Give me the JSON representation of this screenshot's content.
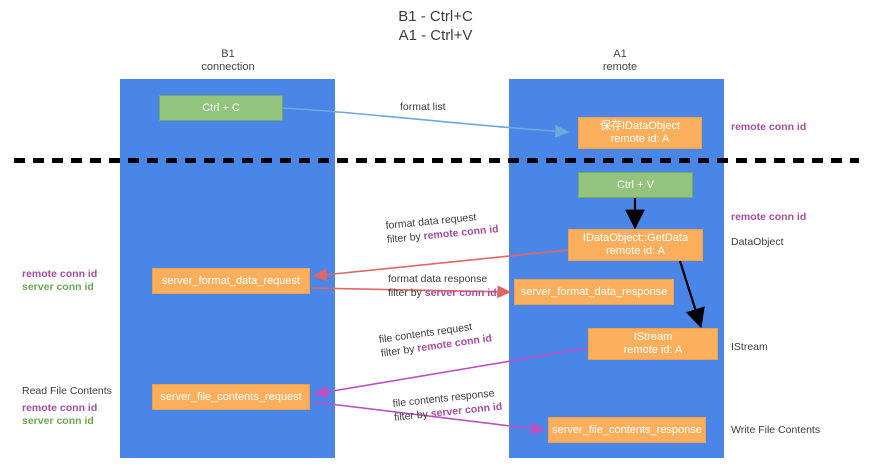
{
  "title": {
    "line1": "B1 - Ctrl+C",
    "line2": "A1 - Ctrl+V"
  },
  "columns": [
    {
      "id": "b1",
      "name": "B1",
      "subtitle": "connection"
    },
    {
      "id": "a1",
      "name": "A1",
      "subtitle": "remote"
    }
  ],
  "nodes": {
    "ctrl_c": {
      "label": "Ctrl + C",
      "color": "#93c47d"
    },
    "idataobject": {
      "line1": "保存IDataObject",
      "line2": "remote id: A",
      "color": "#fbaf5d"
    },
    "ctrl_v": {
      "label": "Ctrl + V",
      "color": "#93c47d"
    },
    "getdata": {
      "line1": "IDataObject::GetData",
      "line2": "remote id: A",
      "color": "#fbaf5d"
    },
    "server_format_data_request": {
      "label": "server_format_data_request",
      "color": "#fbaf5d"
    },
    "server_format_data_response": {
      "label": "server_format_data_response",
      "color": "#fbaf5d"
    },
    "istream": {
      "line1": "IStream",
      "line2": "remote id: A",
      "color": "#fbaf5d"
    },
    "server_file_contents_request": {
      "label": "server_file_contents_request",
      "color": "#fbaf5d"
    },
    "server_file_contents_response": {
      "label": "server_file_contents_response",
      "color": "#fbaf5d"
    }
  },
  "edges": {
    "format_list": {
      "label": "format list",
      "color": "#6fa8dc"
    },
    "format_data_request": {
      "label": "format data request",
      "filter_prefix": "filter by ",
      "filter_key": "remote conn id",
      "color": "#e06666"
    },
    "format_data_response": {
      "label": "format data response",
      "filter_prefix": "filter by ",
      "filter_key": "server conn id",
      "color": "#e06666"
    },
    "file_contents_request": {
      "label": "file contents request",
      "filter_prefix": "filter by ",
      "filter_key": "remote conn id",
      "color": "#c050c0"
    },
    "file_contents_response": {
      "label": "file contents response",
      "filter_prefix": "filter by ",
      "filter_key": "server conn id",
      "color": "#c050c0"
    }
  },
  "annotations": {
    "right_remote_conn_id_top": "remote conn id",
    "right_remote_conn_id_mid": "remote conn id",
    "right_dataobject": "DataObject",
    "right_istream": "IStream",
    "right_write_file_contents": "Write File Contents",
    "left_remote_conn_id": "remote conn id",
    "left_server_conn_id": "server conn id",
    "left_read_file_contents": "Read File Contents",
    "left_remote_conn_id2": "remote conn id",
    "left_server_conn_id2": "server conn id"
  },
  "colors": {
    "band": "#4a86e8",
    "green_node": "#93c47d",
    "orange_node": "#fbaf5d",
    "purple_key": "#a64d9e",
    "green_key": "#6aa84f",
    "red_arrow": "#e06666",
    "blue_arrow": "#6fa8dc",
    "magenta_arrow": "#c050c0",
    "divider": "#000000"
  }
}
